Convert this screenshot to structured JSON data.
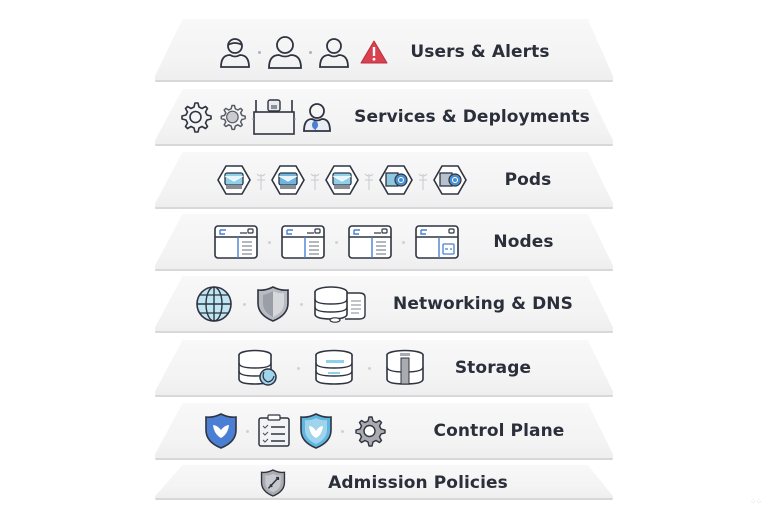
{
  "diagram": {
    "type": "layered-stack",
    "colors": {
      "slab": "#f5f5f6",
      "edge": "#d8d8db",
      "text": "#2b2f3a",
      "stroke": "#2f3440",
      "accent_blue": "#4a7fd4",
      "accent_cyan": "#8fd0ea",
      "alert_red": "#d94050",
      "gray_fill": "#a9abb0"
    },
    "layers": [
      {
        "label": "Users & Alerts",
        "icons": [
          "user-headset-icon",
          "user-icon",
          "user-icon",
          "warning-triangle-icon"
        ]
      },
      {
        "label": "Services & Deployments",
        "icons": [
          "gear-icon",
          "gear-filled-icon",
          "deployment-box-icon",
          "user-admin-icon"
        ]
      },
      {
        "label": "Pods",
        "icons": [
          "pod-cube-icon",
          "pod-cube-icon",
          "pod-cube-icon",
          "pod-gear-icon",
          "pod-gear-icon"
        ]
      },
      {
        "label": "Nodes",
        "icons": [
          "server-window-icon",
          "server-window-icon",
          "server-window-icon",
          "server-window-alt-icon"
        ]
      },
      {
        "label": "Networking & DNS",
        "icons": [
          "globe-icon",
          "shield-icon",
          "database-network-icon"
        ]
      },
      {
        "label": "Storage",
        "icons": [
          "database-sync-icon",
          "database-icon",
          "database-volume-icon"
        ]
      },
      {
        "label": "Control Plane",
        "icons": [
          "shield-blue-icon",
          "checklist-icon",
          "shield-cyan-icon",
          "gear-gray-icon"
        ]
      },
      {
        "label": "Admission Policies",
        "icons": [
          "shield-sword-icon"
        ]
      }
    ]
  }
}
